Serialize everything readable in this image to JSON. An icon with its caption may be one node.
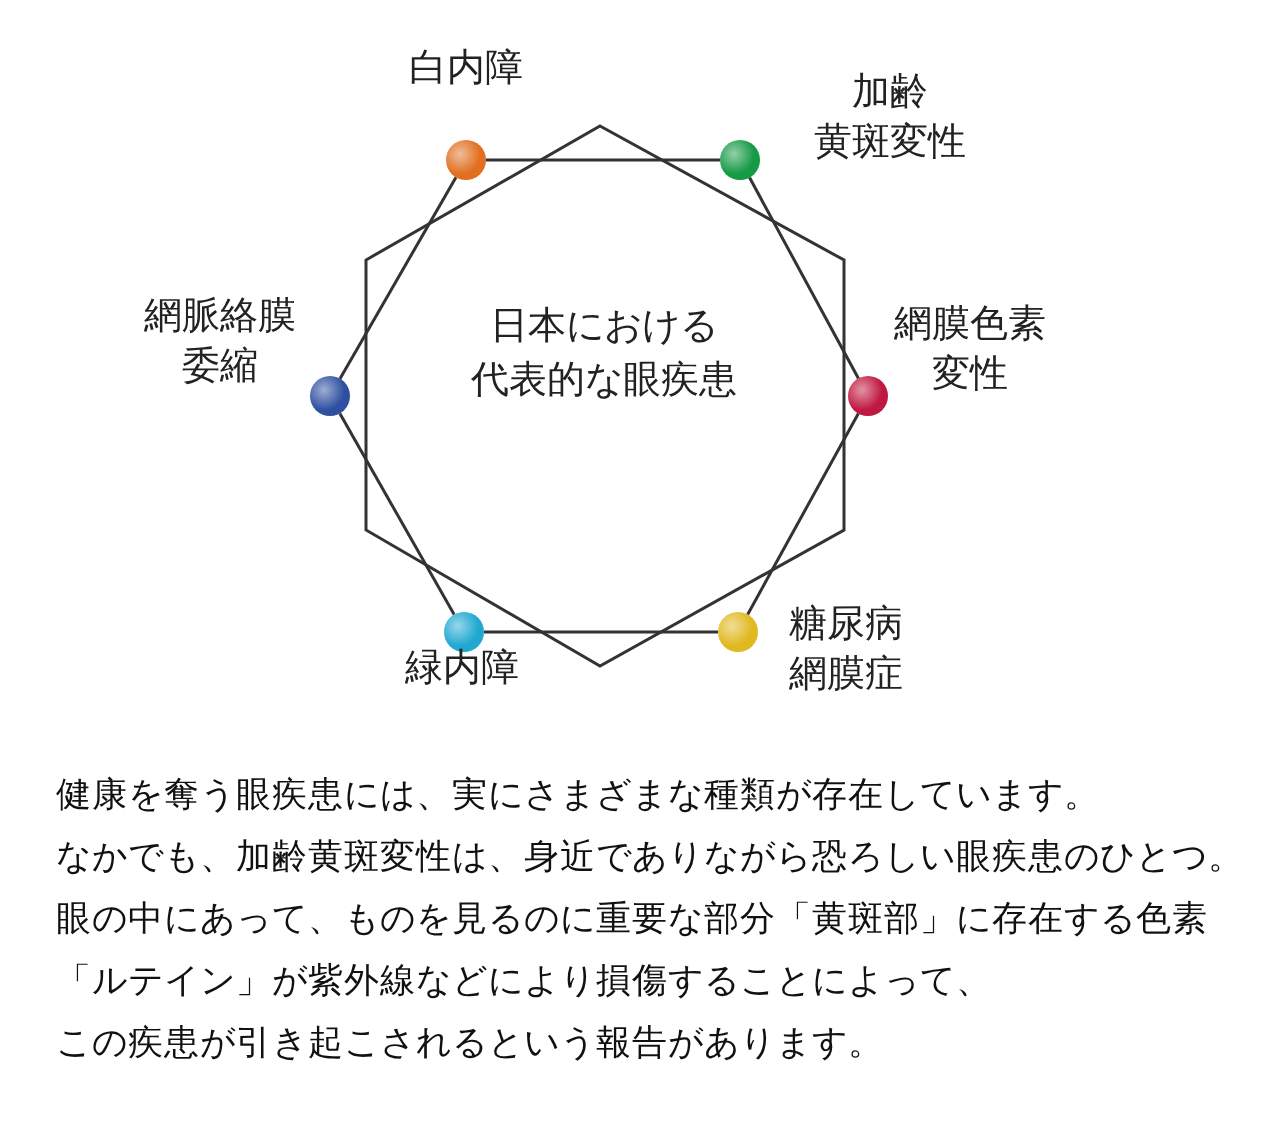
{
  "diagram": {
    "nodes": [
      {
        "text": [
          "日本における代表的な眼疾患"
        ]
      },
      {
        "text": [
          "白内障"
        ]
      },
      {
        "text": [
          "加齢黄斑変性"
        ]
      },
      {
        "text": [
          "網脈絡膜委縮"
        ]
      },
      {
        "text": [
          "網膜色素変性"
        ]
      },
      {
        "text": [
          "緑内障"
        ]
      },
      {
        "text": [
          "糖尿病網膜症"
        ]
      }
    ],
    "edges": [
      {
        "from": 1,
        "to": 2,
        "arrow": "none"
      },
      {
        "from": 2,
        "to": 4,
        "arrow": "none"
      },
      {
        "from": 4,
        "to": 6,
        "arrow": "none"
      },
      {
        "from": 6,
        "to": 5,
        "arrow": "none"
      },
      {
        "from": 5,
        "to": 3,
        "arrow": "none"
      },
      {
        "from": 3,
        "to": 1,
        "arrow": "none"
      }
    ],
    "caption": "健康を奪う眼疾患には、実にさまざまな種類が存在しています。なかでも、加齢黄斑変性は、身近でありながら恐ろしい眼疾患のひとつ。眼の中にあって、ものを見るのに重要な部分「黄斑部」に存在する色素「ルテイン」が紫外線などにより損傷することによって、この疾患が引き起こされるという報告があります。"
  }
}
